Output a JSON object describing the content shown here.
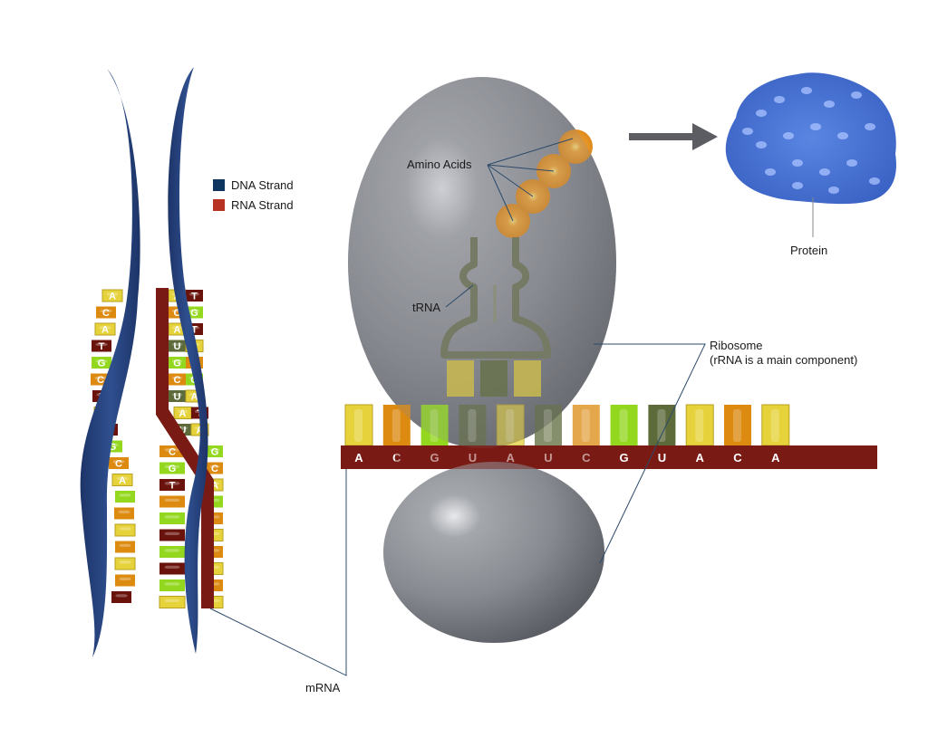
{
  "title": "Protein synthesis: transcription and translation",
  "legend": {
    "items": [
      {
        "label": "DNA Strand",
        "color": "#0d3560"
      },
      {
        "label": "RNA Strand",
        "color": "#b83224"
      }
    ]
  },
  "labels": {
    "amino_acids": "Amino Acids",
    "trna": "tRNA",
    "ribosome_line1": "Ribosome",
    "ribosome_line2": "(rRNA is a main component)",
    "protein": "Protein",
    "mrna": "mRNA"
  },
  "colors": {
    "dna": "#243f78",
    "rna": "#7a1a14",
    "ribosome": "#7c8088",
    "amino_acid": "#e8961e",
    "trna": "#6e7555",
    "protein": "#4a77d8",
    "arrow": "#5b5d63",
    "leader": "#2c4a6a",
    "base_A": "#e6d23a",
    "base_C": "#dc8a10",
    "base_G": "#93d81e",
    "base_T": "#6a120c",
    "base_U": "#5d6a3a"
  },
  "dna_left_strand_bases": [
    "A",
    "C",
    "A",
    "T",
    "G",
    "C",
    "T",
    "A",
    "T",
    "G",
    "C",
    "A",
    "",
    "",
    "",
    "",
    "",
    "",
    ""
  ],
  "dna_left_strand_colors": [
    "A",
    "C",
    "A",
    "T",
    "G",
    "C",
    "T",
    "A",
    "T",
    "G",
    "C",
    "A",
    "G",
    "C",
    "A",
    "C",
    "A",
    "C",
    "T"
  ],
  "transcription_pairs": [
    {
      "rna": "A",
      "dna": "T"
    },
    {
      "rna": "C",
      "dna": "G"
    },
    {
      "rna": "A",
      "dna": "T"
    },
    {
      "rna": "U",
      "dna": "A"
    },
    {
      "rna": "G",
      "dna": "C"
    },
    {
      "rna": "C",
      "dna": "G"
    },
    {
      "rna": "U",
      "dna": "A"
    },
    {
      "rna": "A",
      "dna": "T"
    },
    {
      "rna": "U",
      "dna": "A"
    }
  ],
  "dna_right_pairs_below": [
    {
      "left": "C",
      "right": "G"
    },
    {
      "left": "G",
      "right": "C"
    },
    {
      "left": "T",
      "right": "A"
    },
    {
      "left": "",
      "right": "",
      "lc": "C",
      "rc": "G"
    },
    {
      "left": "",
      "right": "",
      "lc": "G",
      "rc": "C"
    },
    {
      "left": "",
      "right": "",
      "lc": "T",
      "rc": "A"
    },
    {
      "left": "",
      "right": "",
      "lc": "G",
      "rc": "C"
    },
    {
      "left": "",
      "right": "",
      "lc": "T",
      "rc": "A"
    },
    {
      "left": "",
      "right": "",
      "lc": "G",
      "rc": "C"
    },
    {
      "left": "",
      "right": "",
      "lc": "A",
      "rc": "A"
    }
  ],
  "mrna_codons": [
    "A",
    "C",
    "G",
    "U",
    "A",
    "U",
    "C",
    "G",
    "U",
    "A",
    "C",
    "A"
  ],
  "mrna_top_bases": [
    "A",
    "C",
    "G",
    "U",
    "A",
    "U",
    "C",
    "G",
    "U",
    "A",
    "C",
    "A"
  ],
  "trna_anticodon": [
    "A",
    "U",
    "A"
  ],
  "amino_acid_count": 4
}
